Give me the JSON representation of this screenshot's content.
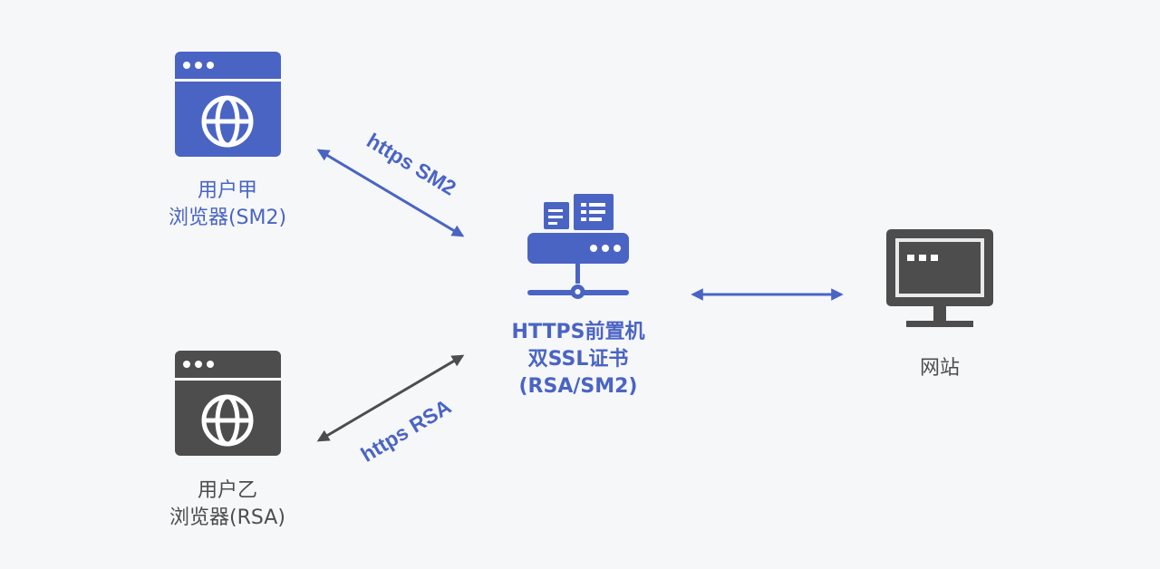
{
  "colors": {
    "blue": "#4a64c4",
    "gray": "#4d4d4d",
    "background": "#f6f7f9"
  },
  "nodes": {
    "user_a": {
      "icon": "browser-window-globe-icon",
      "line1": "用户甲",
      "line2": "浏览器(SM2)"
    },
    "user_b": {
      "icon": "browser-window-globe-icon",
      "line1": "用户乙",
      "line2": "浏览器(RSA)"
    },
    "gateway": {
      "icon": "server-icon",
      "line1": "HTTPS前置机",
      "line2": "双SSL证书",
      "line3": "(RSA/SM2)"
    },
    "website": {
      "icon": "monitor-icon",
      "line1": "网站"
    }
  },
  "edges": {
    "sm2": {
      "label": "https SM2"
    },
    "rsa": {
      "label": "https RSA"
    }
  }
}
